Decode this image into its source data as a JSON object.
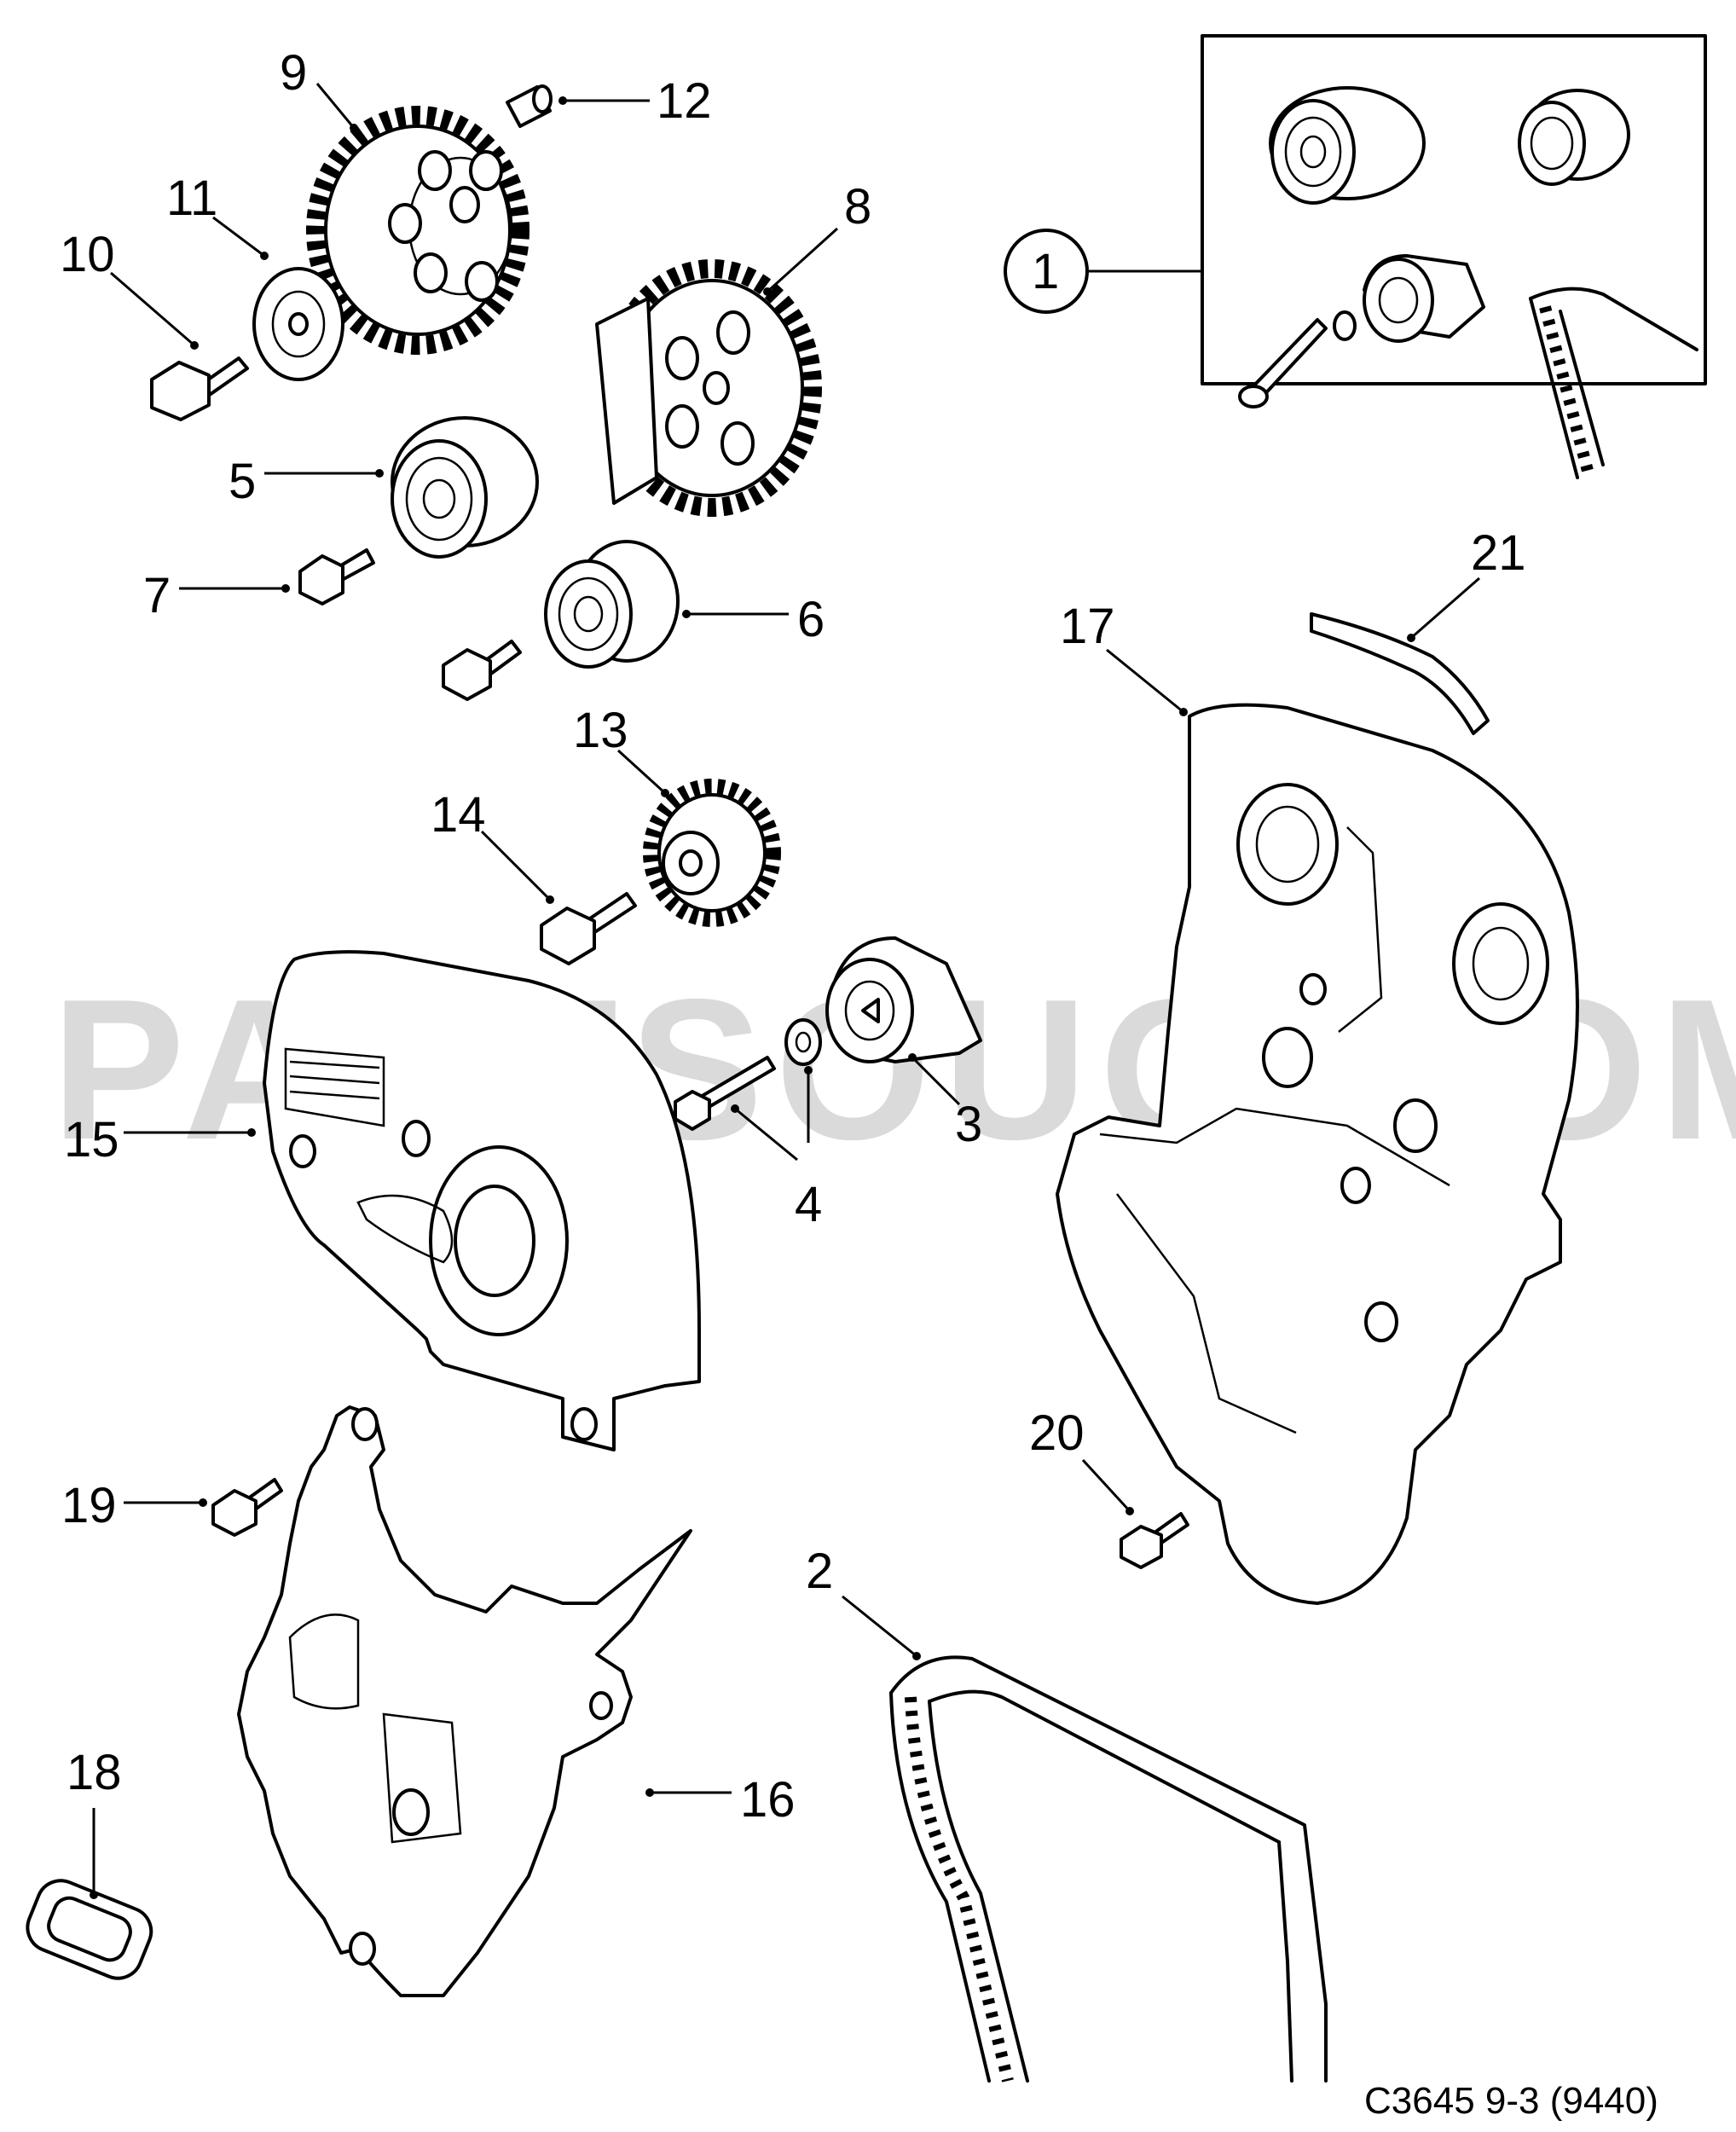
{
  "watermark": "PARTSOUQ.COM",
  "reference_code": "C3645 9-3 (9440)",
  "kit_callout": "1",
  "callouts": {
    "c2": "2",
    "c3": "3",
    "c4": "4",
    "c5": "5",
    "c6": "6",
    "c7": "7",
    "c8": "8",
    "c9": "9",
    "c10": "10",
    "c11": "11",
    "c12": "12",
    "c13": "13",
    "c14": "14",
    "c15": "15",
    "c16": "16",
    "c17": "17",
    "c18": "18",
    "c19": "19",
    "c20": "20",
    "c21": "21"
  }
}
